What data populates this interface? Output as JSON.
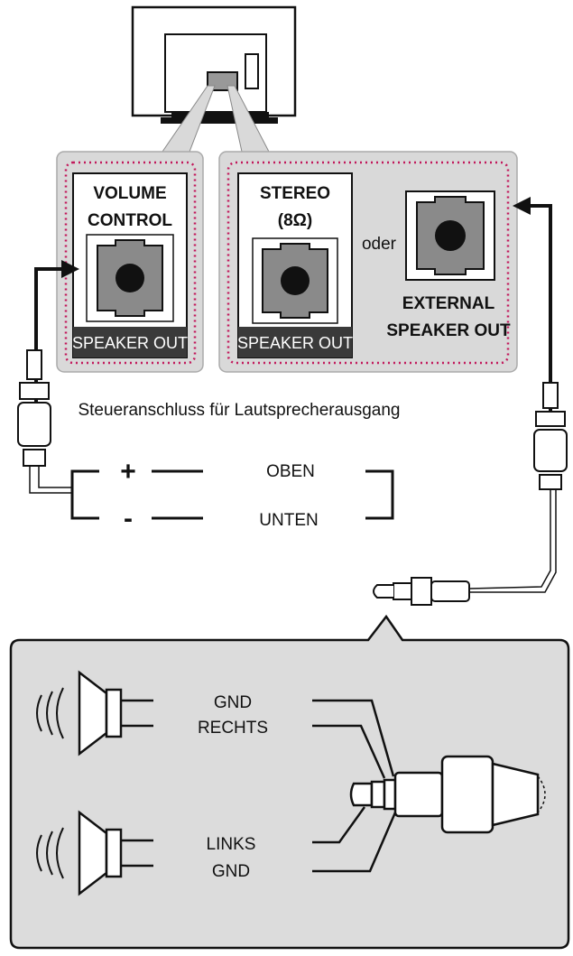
{
  "ports": {
    "volume_control": {
      "title_line1": "VOLUME",
      "title_line2": "CONTROL",
      "footer": "SPEAKER OUT"
    },
    "stereo": {
      "title_line1": "STEREO",
      "title_line2": "(8Ω)",
      "footer": "SPEAKER OUT"
    },
    "or_label": "oder",
    "external": {
      "title_line1": "EXTERNAL",
      "title_line2": "SPEAKER OUT"
    }
  },
  "caption": "Steueranschluss für Lautsprecherausgang",
  "volume_wiring": {
    "plus_sign": "+",
    "minus_sign": "-",
    "up_label": "OBEN",
    "down_label": "UNTEN"
  },
  "detail": {
    "gnd_top": "GND",
    "right": "RECHTS",
    "left": "LINKS",
    "gnd_bottom": "GND"
  },
  "colors": {
    "panel_gray": "#d9d9d9",
    "dotted_border": "#c2185b",
    "jack_gray": "#8a8a8a",
    "footer_dark": "#3a3a3a",
    "detail_bg": "#dcdcdc"
  }
}
